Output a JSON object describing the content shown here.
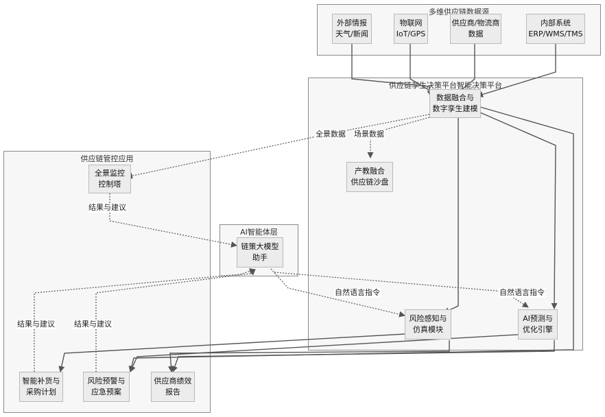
{
  "clusters": {
    "sources": "多维供应链数据源",
    "platform": "供应链孪生决策平台智能决策平台",
    "apps": "供应链管控应用",
    "ai": "AI智能体层"
  },
  "nodes": {
    "external": [
      "外部情报",
      "天气/新闻"
    ],
    "iot": [
      "物联网",
      "IoT/GPS"
    ],
    "supplier": [
      "供应商/物流商",
      "数据"
    ],
    "internal": [
      "内部系统",
      "ERP/WMS/TMS"
    ],
    "fusion": [
      "数据融合与",
      "数字孪生建模"
    ],
    "sandbox": [
      "产教融合",
      "供应链沙盘"
    ],
    "tower": [
      "全景监控",
      "控制塔"
    ],
    "assistant": [
      "链策大模型",
      "助手"
    ],
    "risk_sim": [
      "风险感知与",
      "仿真模块"
    ],
    "ai_predict": [
      "AI预测与",
      "优化引擎"
    ],
    "replenish": [
      "智能补货与",
      "采购计划"
    ],
    "warning": [
      "风险预警与",
      "应急预案"
    ],
    "report": [
      "供应商绩效",
      "报告"
    ]
  },
  "edge_labels": {
    "panorama_data": "全景数据",
    "scene_data": "场景数据",
    "results_tower": "结果与建议",
    "nl_risk": "自然语言指令",
    "nl_ai": "自然语言指令",
    "results_replenish": "结果与建议",
    "results_warning": "结果与建议"
  },
  "colors": {
    "edge": "#555555",
    "cluster_fill": "#f7f7f7",
    "node_fill": "#ececec"
  }
}
